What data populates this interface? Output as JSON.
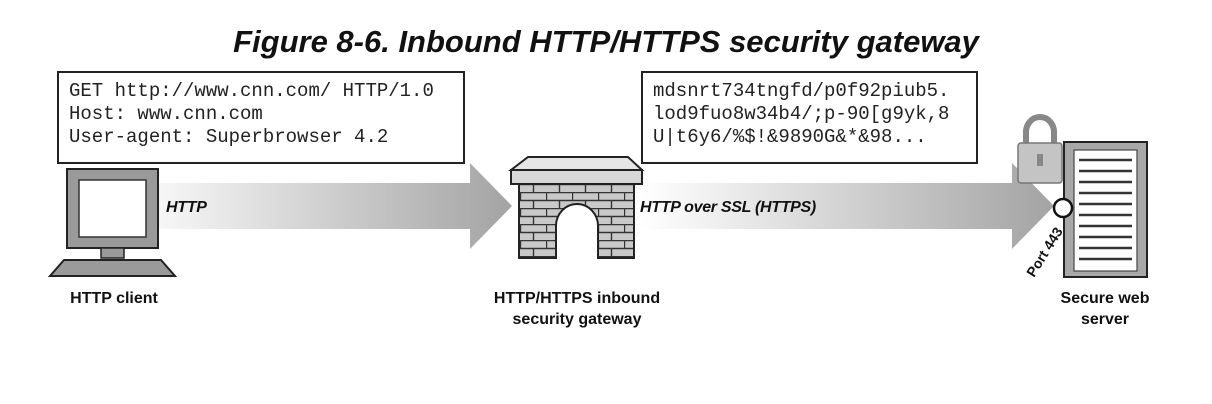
{
  "figure": {
    "title": "Figure 8-6. Inbound HTTP/HTTPS security gateway"
  },
  "request_box": {
    "lines": [
      "GET http://www.cnn.com/ HTTP/1.0",
      "Host: www.cnn.com",
      "User-agent: Superbrowser 4.2"
    ]
  },
  "encrypted_box": {
    "lines": [
      "mdsnrt734tngfd/p0f92piub5.",
      "lod9fuo8w34b4/;p-90[g9yk,8",
      "U|t6y6/%$!&9890G&*&98..."
    ]
  },
  "links": {
    "client_to_gateway": "HTTP",
    "gateway_to_server": "HTTP over SSL (HTTPS)"
  },
  "nodes": {
    "client": "HTTP client",
    "gateway_line1": "HTTP/HTTPS inbound",
    "gateway_line2": "security gateway",
    "server_line1": "Secure web",
    "server_line2": "server",
    "port": "Port 443"
  },
  "colors": {
    "arrow_gray": "#9c9c9c",
    "icon_fill": "#bdbdbd",
    "outline": "#222222"
  },
  "icons": [
    "computer-monitor-icon",
    "brick-firewall-icon",
    "padlock-icon",
    "server-rack-icon"
  ]
}
